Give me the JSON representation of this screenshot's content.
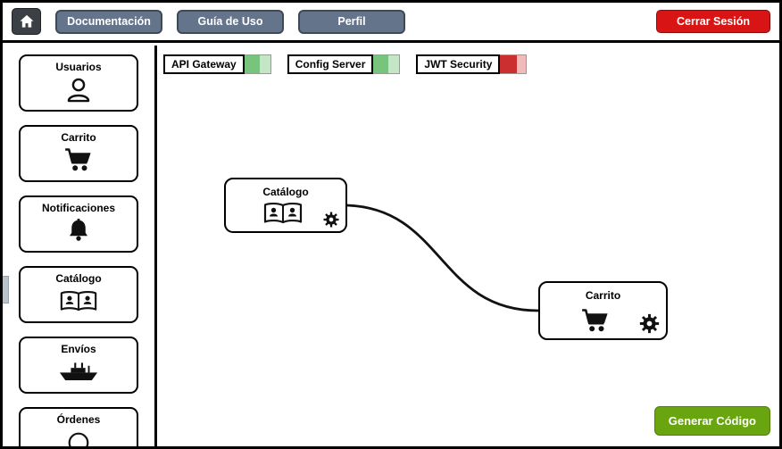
{
  "topbar": {
    "home_icon": "home-icon",
    "buttons": [
      {
        "label": "Documentación"
      },
      {
        "label": "Guía de Uso"
      },
      {
        "label": "Perfil"
      }
    ],
    "logout_label": "Cerrar Sesión"
  },
  "sidebar": {
    "items": [
      {
        "label": "Usuarios",
        "icon": "user-icon"
      },
      {
        "label": "Carrito",
        "icon": "cart-icon"
      },
      {
        "label": "Notificaciones",
        "icon": "bell-icon"
      },
      {
        "label": "Catálogo",
        "icon": "book-icon"
      },
      {
        "label": "Envíos",
        "icon": "ship-icon"
      },
      {
        "label": "Órdenes",
        "icon": "orders-icon"
      }
    ]
  },
  "status_chips": [
    {
      "label": "API Gateway",
      "fill_width": "58%",
      "fill_color": "#79c47c",
      "track_color": "#c5e6c6"
    },
    {
      "label": "Config Server",
      "fill_width": "58%",
      "fill_color": "#79c47c",
      "track_color": "#c5e6c6"
    },
    {
      "label": "JWT Security",
      "fill_width": "65%",
      "fill_color": "#cc2f2f",
      "track_color": "#f2baba"
    }
  ],
  "canvas": {
    "nodes": [
      {
        "label": "Catálogo",
        "icon": "book-icon",
        "settings_icon": "gear-icon"
      },
      {
        "label": "Carrito",
        "icon": "cart-icon",
        "settings_icon": "gear-icon"
      }
    ]
  },
  "actions": {
    "generate_label": "Generar Código"
  },
  "colors": {
    "nav_button": "#64748b",
    "logout_red": "#d91414",
    "generate_green": "#68a50f",
    "ok_green": "#79c47c",
    "error_red": "#cc2f2f"
  }
}
